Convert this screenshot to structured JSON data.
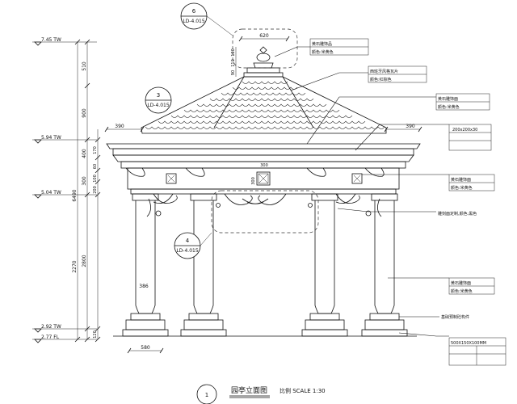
{
  "levels": [
    {
      "label": "7.45 TW"
    },
    {
      "label": "5.94 TW"
    },
    {
      "label": "5.04 TW"
    },
    {
      "label": "2.92 TW"
    },
    {
      "label": "2.77 FL"
    }
  ],
  "left_dims": {
    "outer_total": "6490",
    "outer_seg1": "2270",
    "inner_seg1": "2800",
    "seg_510": "510",
    "seg_900": "900",
    "seg_400": "400",
    "seg_300": "300",
    "seg_200": "200",
    "seg_170": "170",
    "seg_60": "60",
    "seg_100": "100",
    "seg_120": "120"
  },
  "top_dims": {
    "finial_width": "620",
    "finial_h1": "100",
    "finial_h2": "110",
    "finial_h3": "90",
    "eave_left": "390",
    "eave_right": "390",
    "frieze_width": "300",
    "frieze_height": "300"
  },
  "bottom_dims": {
    "base_width": "580",
    "column_dim": "386"
  },
  "callouts": [
    {
      "number": "6",
      "ref": "LD-4.015"
    },
    {
      "number": "3",
      "ref": "LD-4.015"
    },
    {
      "number": "4",
      "ref": "LD-4.015"
    }
  ],
  "notes": [
    {
      "text": "黄石雕饰品"
    },
    {
      "text": "颜色:米黄色"
    },
    {
      "text": "西班牙风格瓦片"
    },
    {
      "text": "颜色:红棕色"
    },
    {
      "text": "黄石雕饰面"
    },
    {
      "text": "颜色:米黄色"
    },
    {
      "text": "200x200x30"
    },
    {
      "text": "黄石雕饰面"
    },
    {
      "text": "颜色:米黄色"
    },
    {
      "text": "雕刻面定制,颜色:黑色"
    },
    {
      "text": "黄石雕饰面"
    },
    {
      "text": "颜色:米黄色"
    },
    {
      "text": "基础预制砼构件"
    },
    {
      "text": "500X150X100MM"
    }
  ],
  "title_block": {
    "number": "1",
    "title": "园亭立面图",
    "scale": "比例 SCALE 1:30"
  }
}
